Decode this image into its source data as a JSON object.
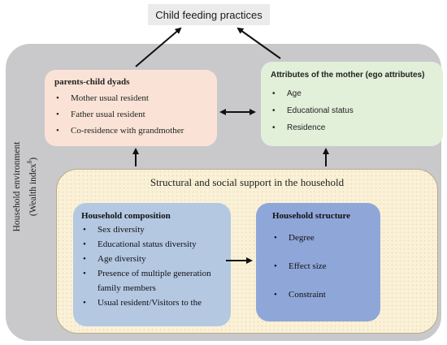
{
  "top": {
    "label": "Child feeding practices"
  },
  "environment": {
    "label_line1": "Household environment",
    "label_line2": "(Wealth index",
    "label_sup": "δ",
    "label_close": ")"
  },
  "dyads": {
    "title": "parents-child dyads",
    "items": [
      "Mother usual resident",
      "Father usual resident",
      "Co-residence with grandmother"
    ]
  },
  "attributes": {
    "title": "Attributes of the mother (ego attributes)",
    "items": [
      "Age",
      "Educational status",
      "Residence"
    ]
  },
  "support": {
    "title": "Structural and social support in the household"
  },
  "composition": {
    "title": "Household composition",
    "items": [
      "Sex diversity",
      "Educational status diversity",
      "Age diversity",
      "Presence of multiple generation family members",
      "Usual resident/Visitors to the"
    ]
  },
  "structure": {
    "title": "Household structure",
    "items": [
      "Degree",
      "Effect size",
      "Constraint"
    ]
  },
  "colors": {
    "environment_bg": "#c9c9cc",
    "dyads_bg": "#fae3d6",
    "attributes_bg": "#e2efd9",
    "support_bg": "#faf1d8",
    "composition_bg": "#b4c8e2",
    "structure_bg": "#8fa6d8"
  }
}
